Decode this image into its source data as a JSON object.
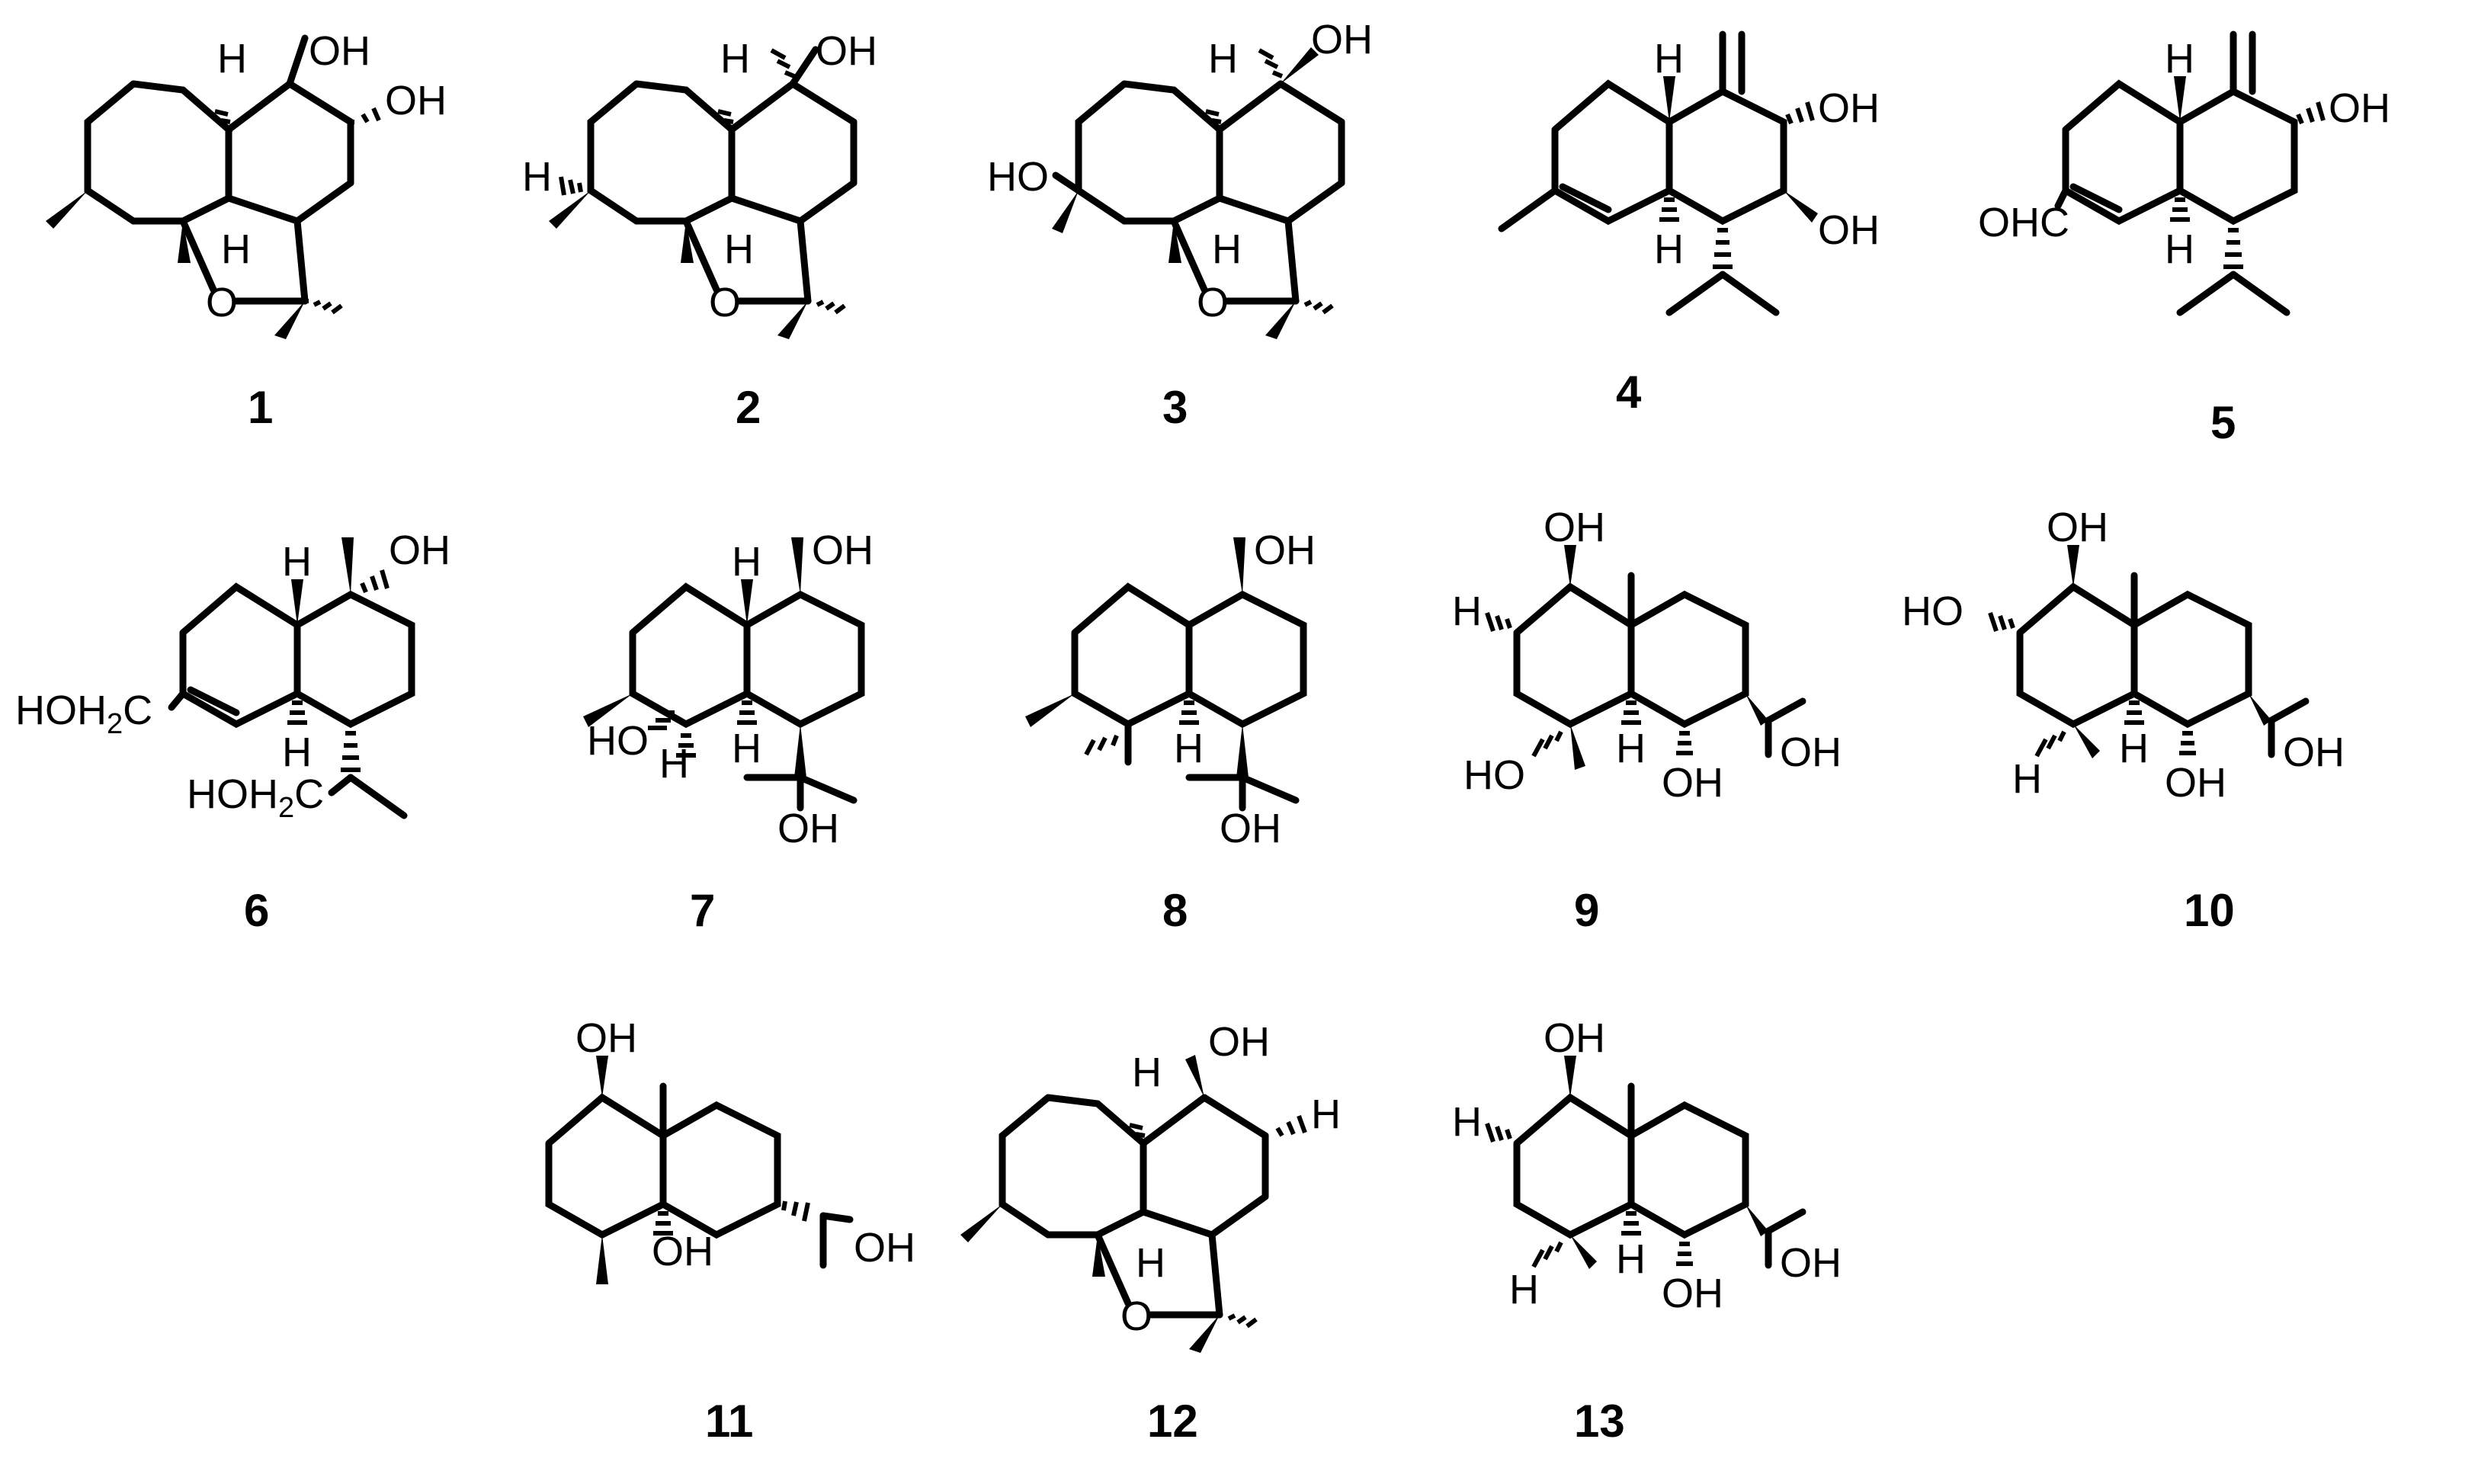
{
  "figure": {
    "compound_numbers": [
      "1",
      "2",
      "3",
      "4",
      "5",
      "6",
      "7",
      "8",
      "9",
      "10",
      "11",
      "12",
      "13"
    ]
  },
  "atom_labels": {
    "OH": "OH",
    "HO": "HO",
    "H": "H",
    "O": "O",
    "OHC": "OHC",
    "HOH": "HOH",
    "sub2": "2",
    "C": "C"
  },
  "colors": {
    "ink": "#000000",
    "background": "#ffffff"
  }
}
